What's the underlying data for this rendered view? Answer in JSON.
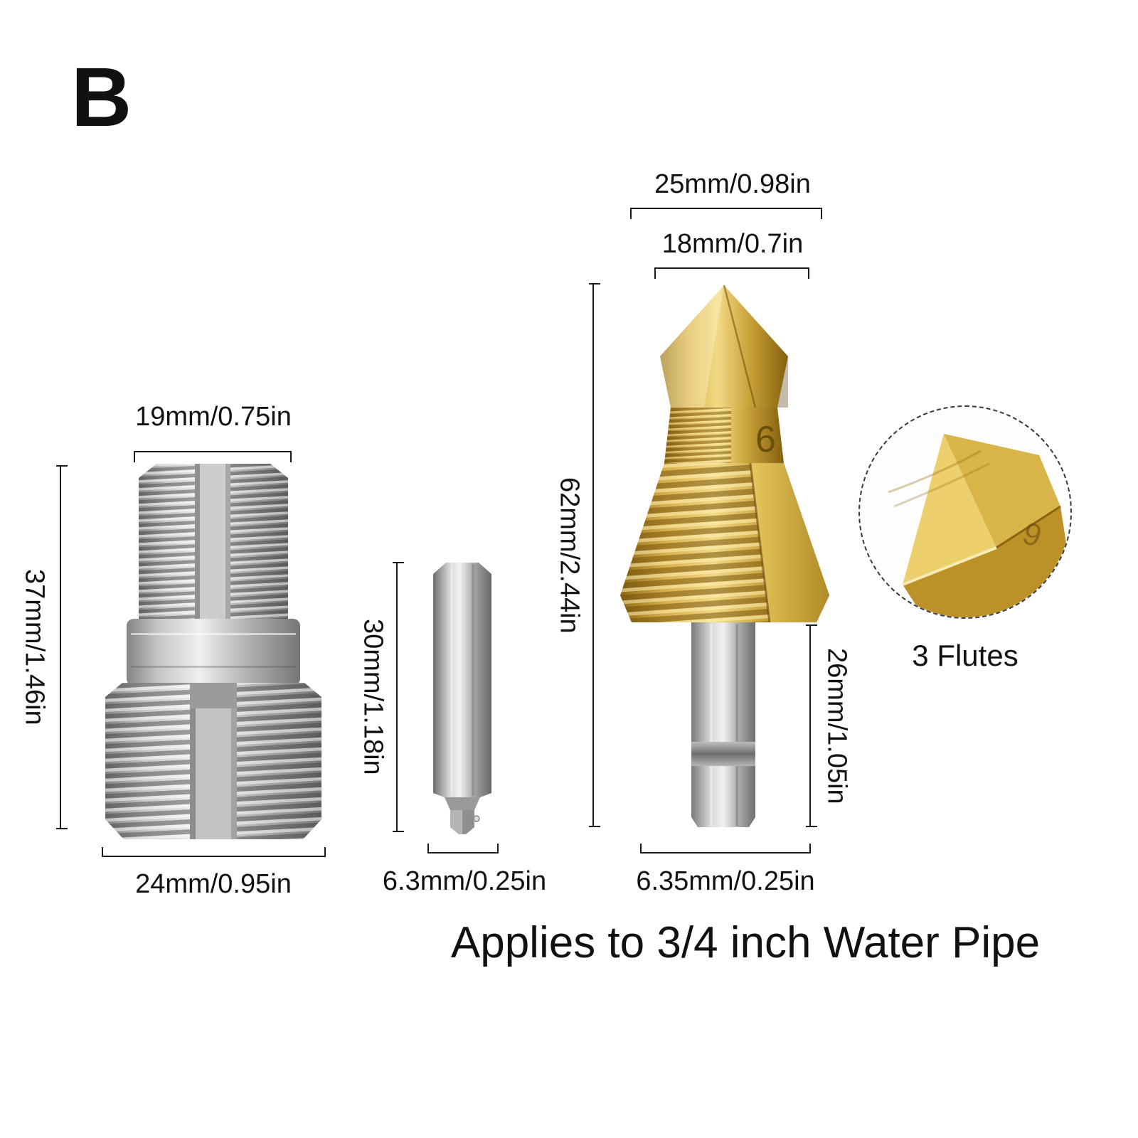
{
  "page": {
    "variant_label": "B",
    "caption": "Applies to 3/4 inch Water Pipe"
  },
  "tap_tool": {
    "top_width": "19mm/0.75in",
    "height": "37mm/1.46in",
    "bottom_width": "24mm/0.95in"
  },
  "hex_bit": {
    "length": "30mm/1.18in",
    "shank_width": "6.3mm/0.25in"
  },
  "step_drill": {
    "outer_diameter": "25mm/0.98in",
    "inner_diameter": "18mm/0.7in",
    "total_length": "62mm/2.44in",
    "shank_length": "26mm/1.05in",
    "shank_diameter": "6.35mm/0.25in",
    "body_marking": "6",
    "inset_marking": "9",
    "inset_label": "3 Flutes"
  }
}
